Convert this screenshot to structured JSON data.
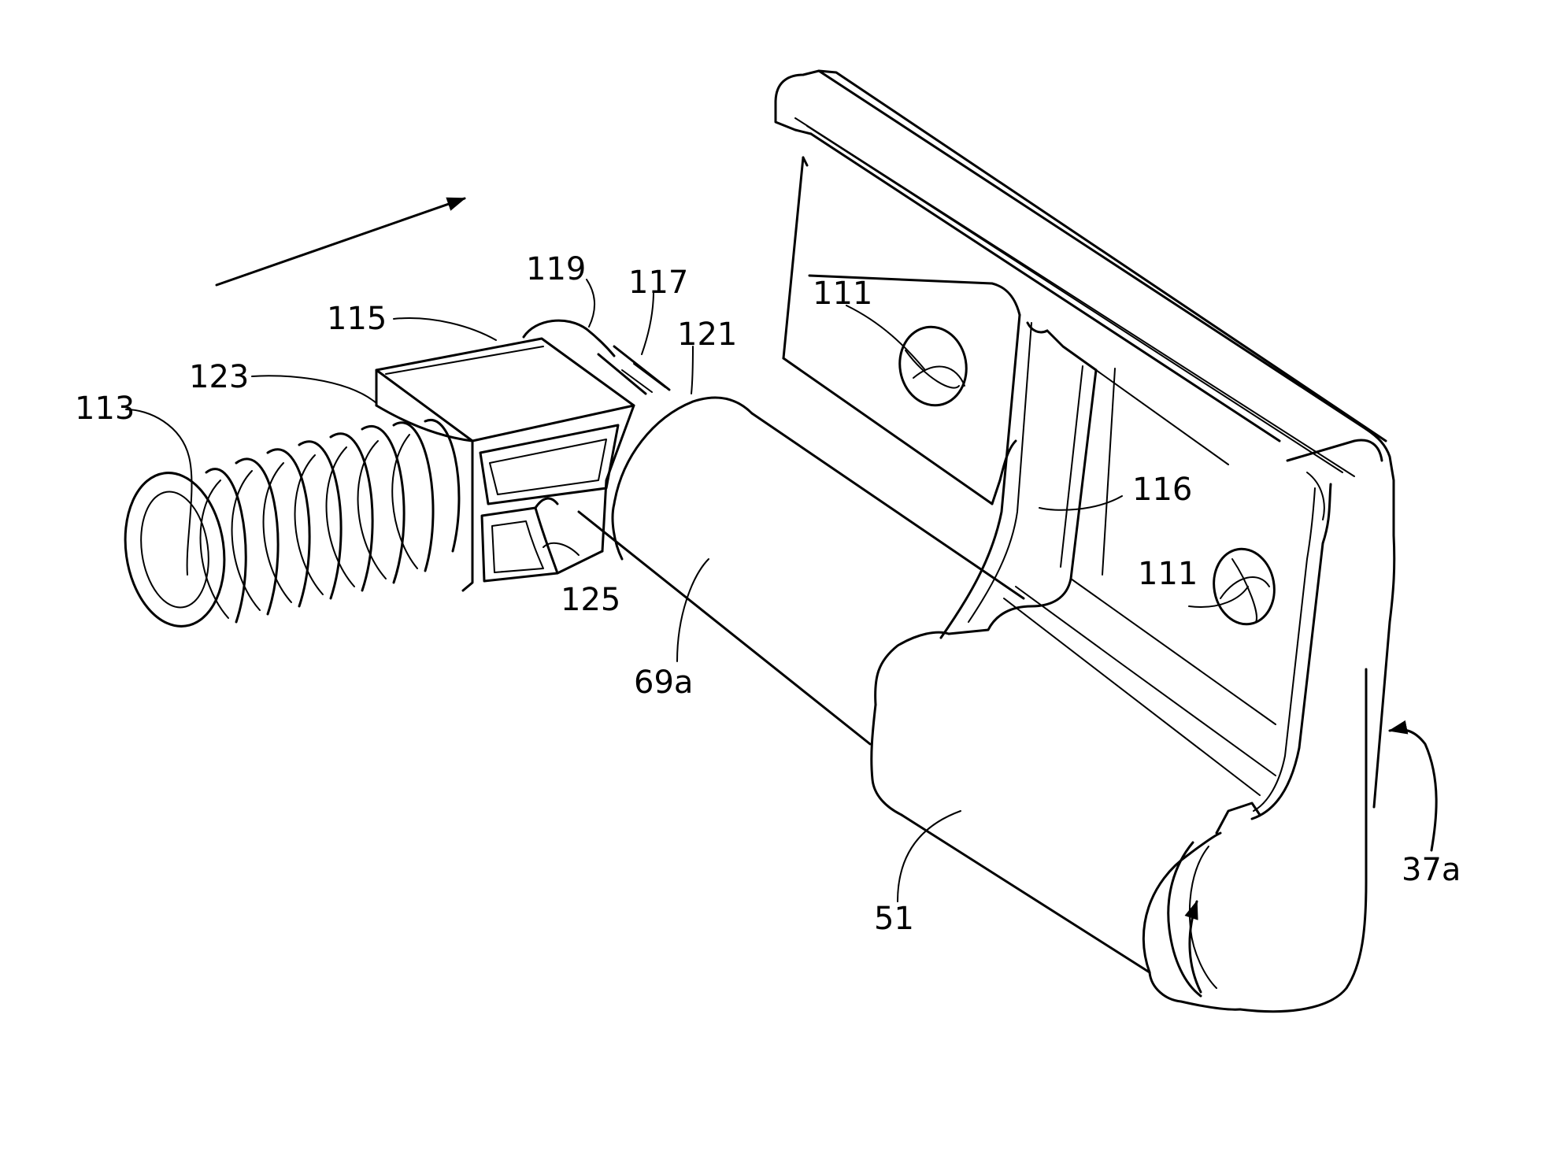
{
  "figure": {
    "labels": {
      "l113": "113",
      "l123": "123",
      "l115": "115",
      "l119": "119",
      "l117": "117",
      "l121": "121",
      "l125": "125",
      "l69a": "69a",
      "l111a": "111",
      "l111b": "111",
      "l116": "116",
      "l51": "51",
      "l37a": "37a"
    },
    "color": "#000000"
  }
}
